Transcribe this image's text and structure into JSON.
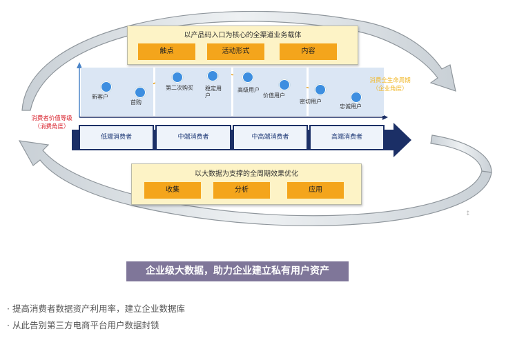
{
  "diagram": {
    "top_box": {
      "title": "以产品码入口为核心的全渠道业务载体",
      "buttons": [
        "触点",
        "活动形式",
        "内容"
      ]
    },
    "bottom_box": {
      "title": "以大数据为支撑的全周期效果优化",
      "buttons": [
        "收集",
        "分析",
        "应用"
      ]
    },
    "left_label": {
      "line1": "消费者价值等级",
      "line2": "（消费角度）"
    },
    "right_label": {
      "line1": "消费全生命周期",
      "line2": "（企业角度）"
    },
    "nodes": [
      "新客户",
      "首购",
      "第二次购买",
      "稳定用户",
      "高级用户",
      "价值用户",
      "密切用户",
      "忠诚用户"
    ],
    "stages": [
      "低端消费者",
      "中端消费者",
      "中高端消费者",
      "高端消费者"
    ],
    "colors": {
      "accent_orange": "#f4a51c",
      "box_yellow": "#fdf3c6",
      "stage_border": "#1b2f66",
      "node_blue": "#3d8ee0",
      "label_red": "#d9232e",
      "label_gold": "#f1b829"
    }
  },
  "headline": "企业级大数据，助力企业建立私有用户资产",
  "bullets": [
    "· 提高消费者数据资产利用率，建立企业数据库",
    "· 从此告别第三方电商平台用户数据封锁"
  ],
  "side_mark": "↕"
}
